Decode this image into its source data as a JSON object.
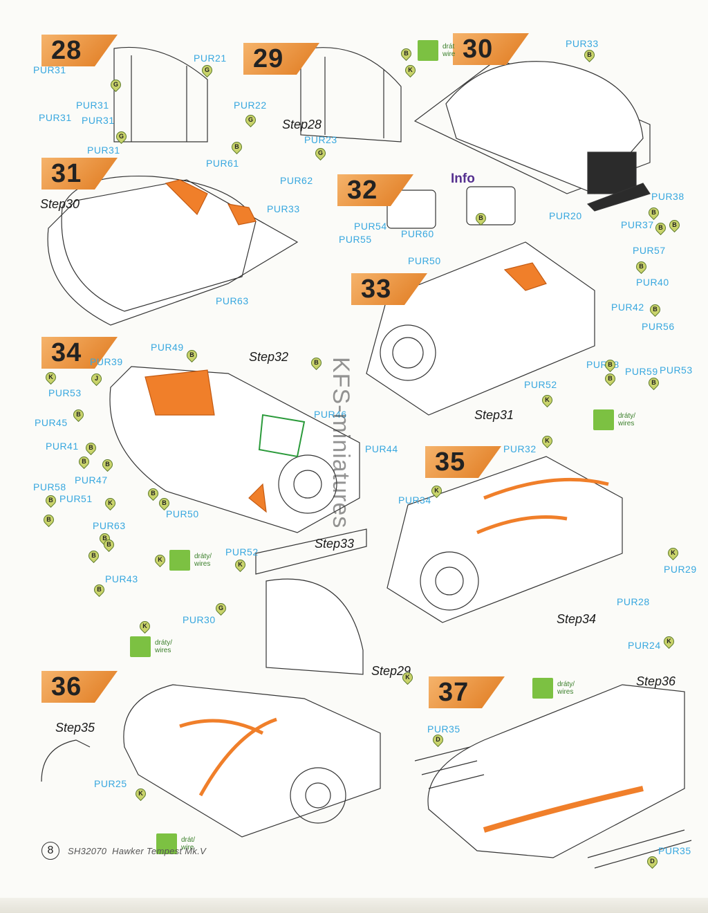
{
  "steps": [
    {
      "n": "28"
    },
    {
      "n": "29"
    },
    {
      "n": "30"
    },
    {
      "n": "31"
    },
    {
      "n": "32"
    },
    {
      "n": "33"
    },
    {
      "n": "34"
    },
    {
      "n": "35"
    },
    {
      "n": "36"
    },
    {
      "n": "37"
    }
  ],
  "refs": {
    "s29": "Step28",
    "s31": "Step30",
    "s33": "Step31",
    "s34": "Step32",
    "s34b": "Step33",
    "s35": "Step34",
    "s36a": "Step35",
    "s36b": "Step29",
    "s37": "Step36"
  },
  "info": "Info",
  "parts": [
    "PUR31",
    "PUR21",
    "PUR31",
    "PUR31",
    "PUR31",
    "PUR31",
    "PUR22",
    "PUR23",
    "PUR61",
    "PUR62",
    "PUR33",
    "PUR33",
    "PUR54",
    "PUR55",
    "PUR60",
    "PUR20",
    "PUR38",
    "PUR37",
    "PUR57",
    "PUR40",
    "PUR50",
    "PUR63",
    "PUR42",
    "PUR56",
    "PUR53",
    "PUR48",
    "PUR59",
    "PUR52",
    "PUR49",
    "PUR39",
    "PUR53",
    "PUR46",
    "PUR44",
    "PUR45",
    "PUR41",
    "PUR58",
    "PUR47",
    "PUR51",
    "PUR50",
    "PUR63",
    "PUR52",
    "PUR43",
    "PUR32",
    "PUR34",
    "PUR29",
    "PUR28",
    "PUR24",
    "PUR30",
    "PUR25",
    "PUR35",
    "PUR35"
  ],
  "badges": [
    "G",
    "G",
    "G",
    "G",
    "B",
    "B",
    "G",
    "B",
    "B",
    "B",
    "B",
    "B",
    "B",
    "B",
    "B",
    "B",
    "B",
    "B",
    "B",
    "B",
    "B",
    "K",
    "B",
    "B",
    "K",
    "K",
    "J",
    "B",
    "B",
    "K",
    "B",
    "B",
    "B",
    "K",
    "B",
    "B",
    "B",
    "K",
    "K",
    "K",
    "K",
    "K",
    "G",
    "K",
    "K",
    "D",
    "D",
    "K"
  ],
  "wires": {
    "l1a": "drát",
    "l1b": "wire",
    "l2a": "dráty/",
    "l2b": "wires",
    "l3a": "drát/",
    "l3b": "wire"
  },
  "footer": {
    "page": "8",
    "code": "SH32070",
    "title": "Hawker Tempest Mk.V"
  },
  "watermark": "KFS-miniatures",
  "colors": {
    "banner": "#e98a2e",
    "callout": "#37a7df",
    "highlight": "#f07f2a",
    "wire_icon": "#7cc142",
    "badge": "#c9d36b"
  }
}
